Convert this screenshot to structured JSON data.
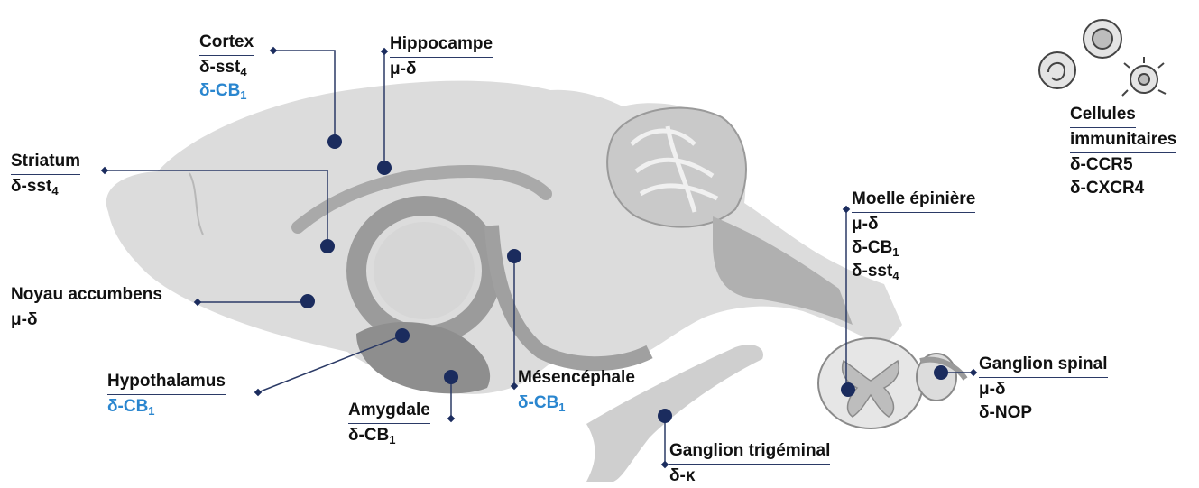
{
  "colors": {
    "marker": "#1b2c5e",
    "line": "#2b3a66",
    "blue_text": "#2a86cf",
    "text": "#111111",
    "brain_light": "#dcdcdc",
    "brain_mid": "#bdbdbd",
    "brain_dark": "#8e8e8e"
  },
  "regions": {
    "cortex": {
      "title": "Cortex",
      "r1": "δ-sst",
      "r1_sub": "4",
      "r2": "δ-CB",
      "r2_sub": "1"
    },
    "hippocampe": {
      "title": "Hippocampe",
      "r1": "μ-δ"
    },
    "striatum": {
      "title": "Striatum",
      "r1": "δ-sst",
      "r1_sub": "4"
    },
    "noyau": {
      "title": "Noyau accumbens",
      "r1": "μ-δ"
    },
    "hypothalamus": {
      "title": "Hypothalamus",
      "r1": "δ-CB",
      "r1_sub": "1"
    },
    "amygdale": {
      "title": "Amygdale",
      "r1": "δ-CB",
      "r1_sub": "1"
    },
    "mesencephale": {
      "title": "Mésencéphale",
      "r1": "δ-CB",
      "r1_sub": "1"
    },
    "moelle": {
      "title": "Moelle épinière",
      "r1": "μ-δ",
      "r2": "δ-CB",
      "r2_sub": "1",
      "r3": "δ-sst",
      "r3_sub": "4"
    },
    "ganglion_spinal": {
      "title": "Ganglion spinal",
      "r1": "μ-δ",
      "r2": "δ-NOP"
    },
    "ganglion_trigeminal": {
      "title": "Ganglion trigéminal",
      "r1": "δ-κ"
    },
    "cellules": {
      "title1": "Cellules",
      "title2": "immunitaires",
      "r1": "δ-CCR5",
      "r2": "δ-CXCR4"
    }
  }
}
